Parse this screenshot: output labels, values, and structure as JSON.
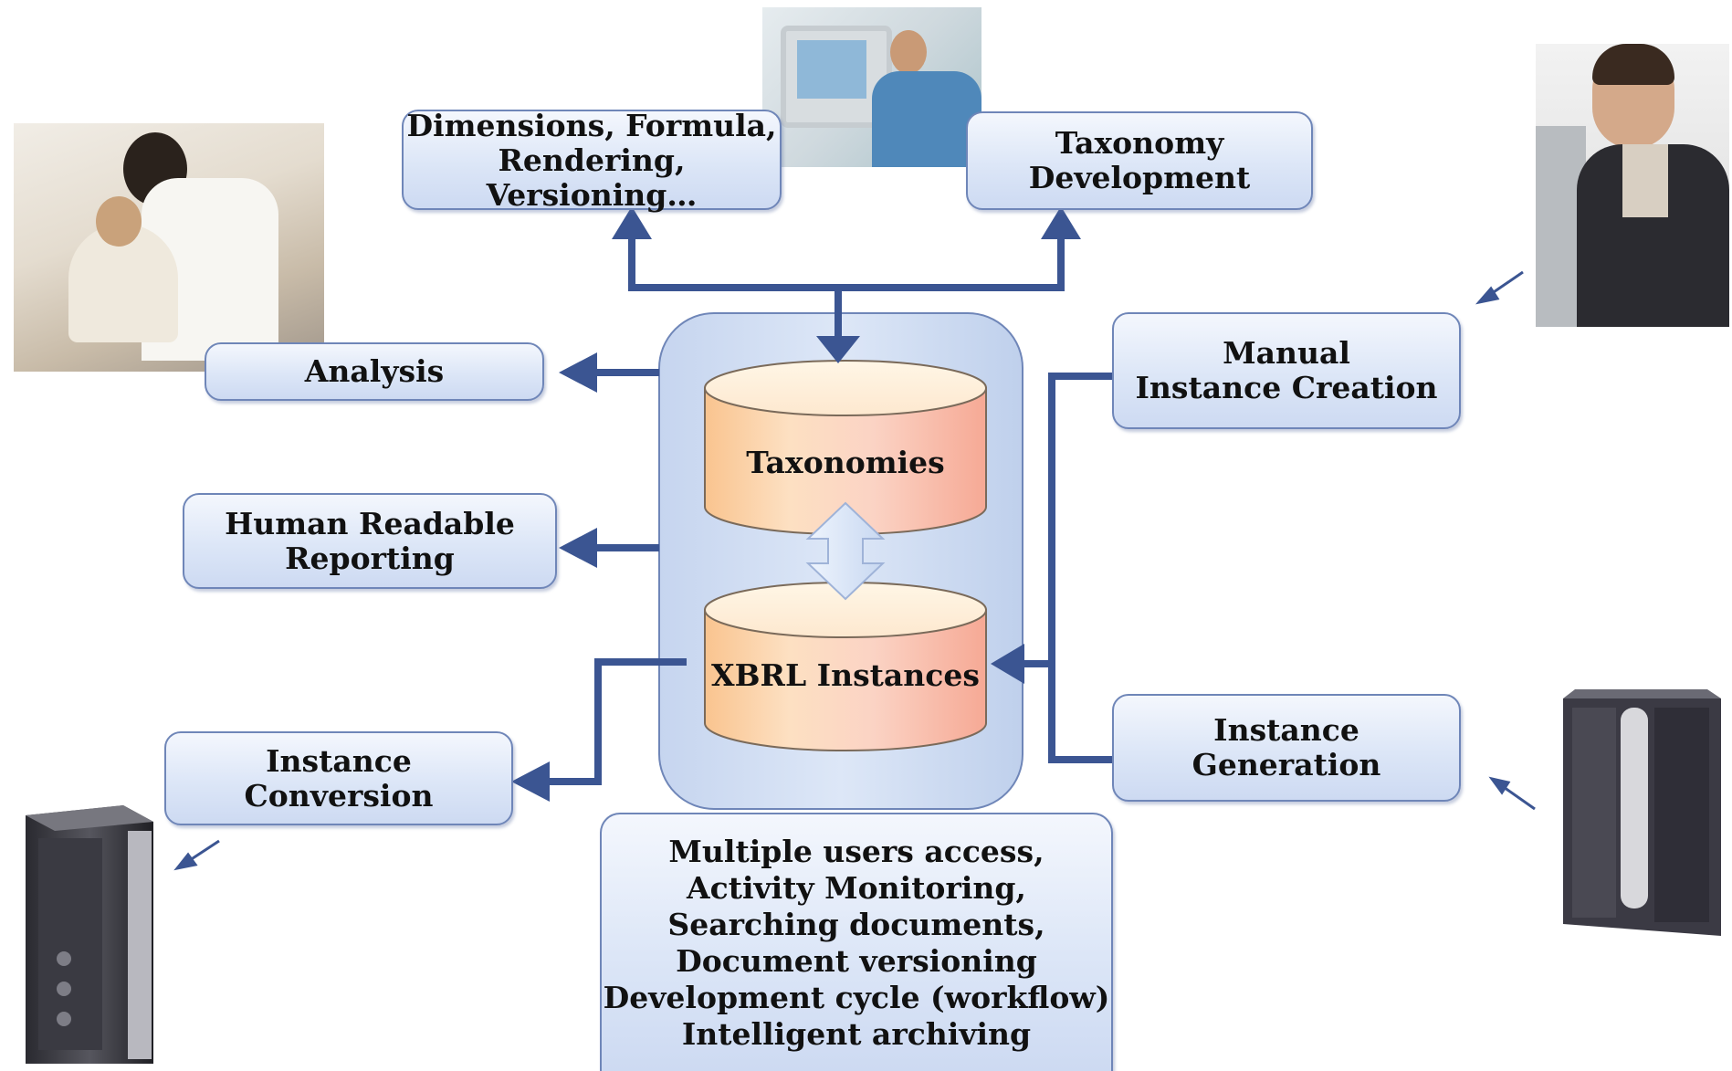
{
  "nodes": {
    "dimensions": "Dimensions, Formula,\nRendering,\nVersioning…",
    "taxonomy_dev": "Taxonomy\nDevelopment",
    "analysis": "Analysis",
    "human_readable": "Human Readable\nReporting",
    "instance_conversion": "Instance\nConversion",
    "manual_instance": "Manual\nInstance Creation",
    "instance_generation": "Instance\nGeneration",
    "features": "Multiple users access,\nActivity Monitoring,\nSearching documents,\nDocument versioning\nDevelopment cycle (workflow)\nIntelligent archiving"
  },
  "repository": {
    "taxonomies": "Taxonomies",
    "xbrl_instances": "XBRL Instances"
  },
  "colors": {
    "arrow": "#3b5592",
    "box_border": "#6f86b8",
    "repository_fill": "#c2d2ee",
    "cylinder_orange": "#f7b98a"
  },
  "images": [
    "business-people-photo",
    "computer-user-photo",
    "thinking-man-photo",
    "server-tower-left",
    "server-tower-right"
  ]
}
